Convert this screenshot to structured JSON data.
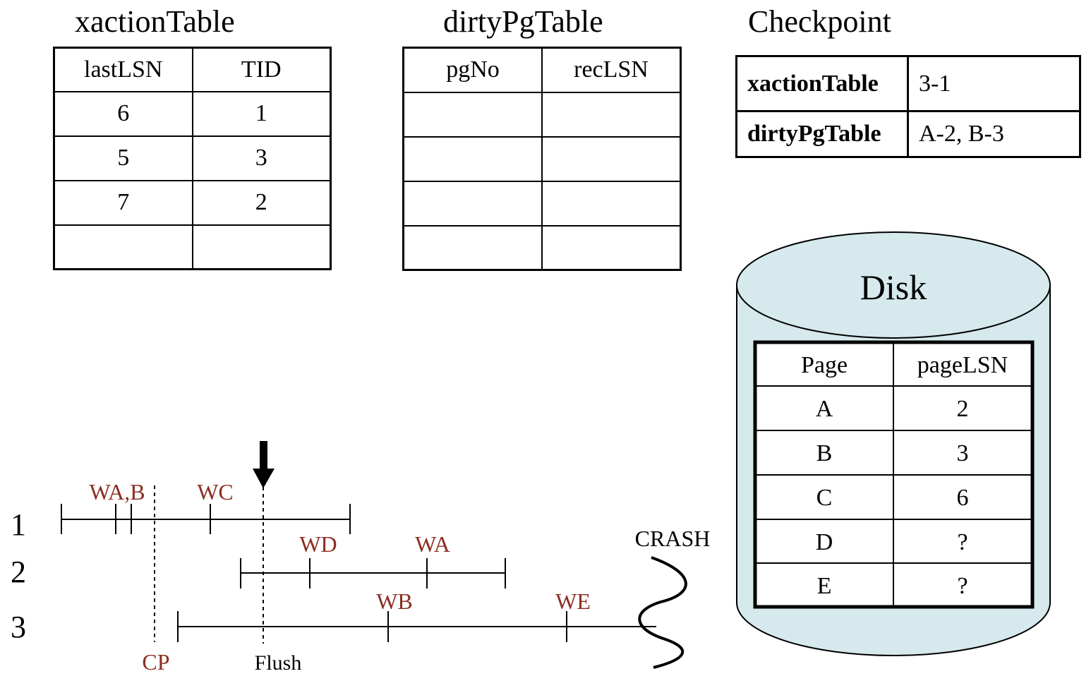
{
  "xaction_table": {
    "title": "xactionTable",
    "columns": [
      "lastLSN",
      "TID"
    ],
    "rows": [
      [
        "6",
        "1"
      ],
      [
        "5",
        "3"
      ],
      [
        "7",
        "2"
      ],
      [
        "",
        ""
      ]
    ]
  },
  "dirty_pg_table": {
    "title": "dirtyPgTable",
    "columns": [
      "pgNo",
      "recLSN"
    ],
    "rows": [
      [
        "",
        ""
      ],
      [
        "",
        ""
      ],
      [
        "",
        ""
      ],
      [
        "",
        ""
      ]
    ]
  },
  "checkpoint": {
    "title": "Checkpoint",
    "rows": [
      {
        "key": "xactionTable",
        "value": "3-1"
      },
      {
        "key": "dirtyPgTable",
        "value": "A-2, B-3"
      }
    ]
  },
  "disk": {
    "title": "Disk",
    "color": "#d6e9ec",
    "columns": [
      "Page",
      "pageLSN"
    ],
    "rows": [
      [
        "A",
        "2"
      ],
      [
        "B",
        "3"
      ],
      [
        "C",
        "6"
      ],
      [
        "D",
        "?"
      ],
      [
        "E",
        "?"
      ]
    ]
  },
  "timeline": {
    "label_color": "#8b2e22",
    "rows": [
      {
        "id": "1",
        "events": [
          "WA,B",
          "WC"
        ]
      },
      {
        "id": "2",
        "events": [
          "WD",
          "WA"
        ]
      },
      {
        "id": "3",
        "events": [
          "WB",
          "WE"
        ]
      }
    ],
    "markers": {
      "checkpoint": "CP",
      "flush": "Flush",
      "crash": "CRASH"
    }
  }
}
